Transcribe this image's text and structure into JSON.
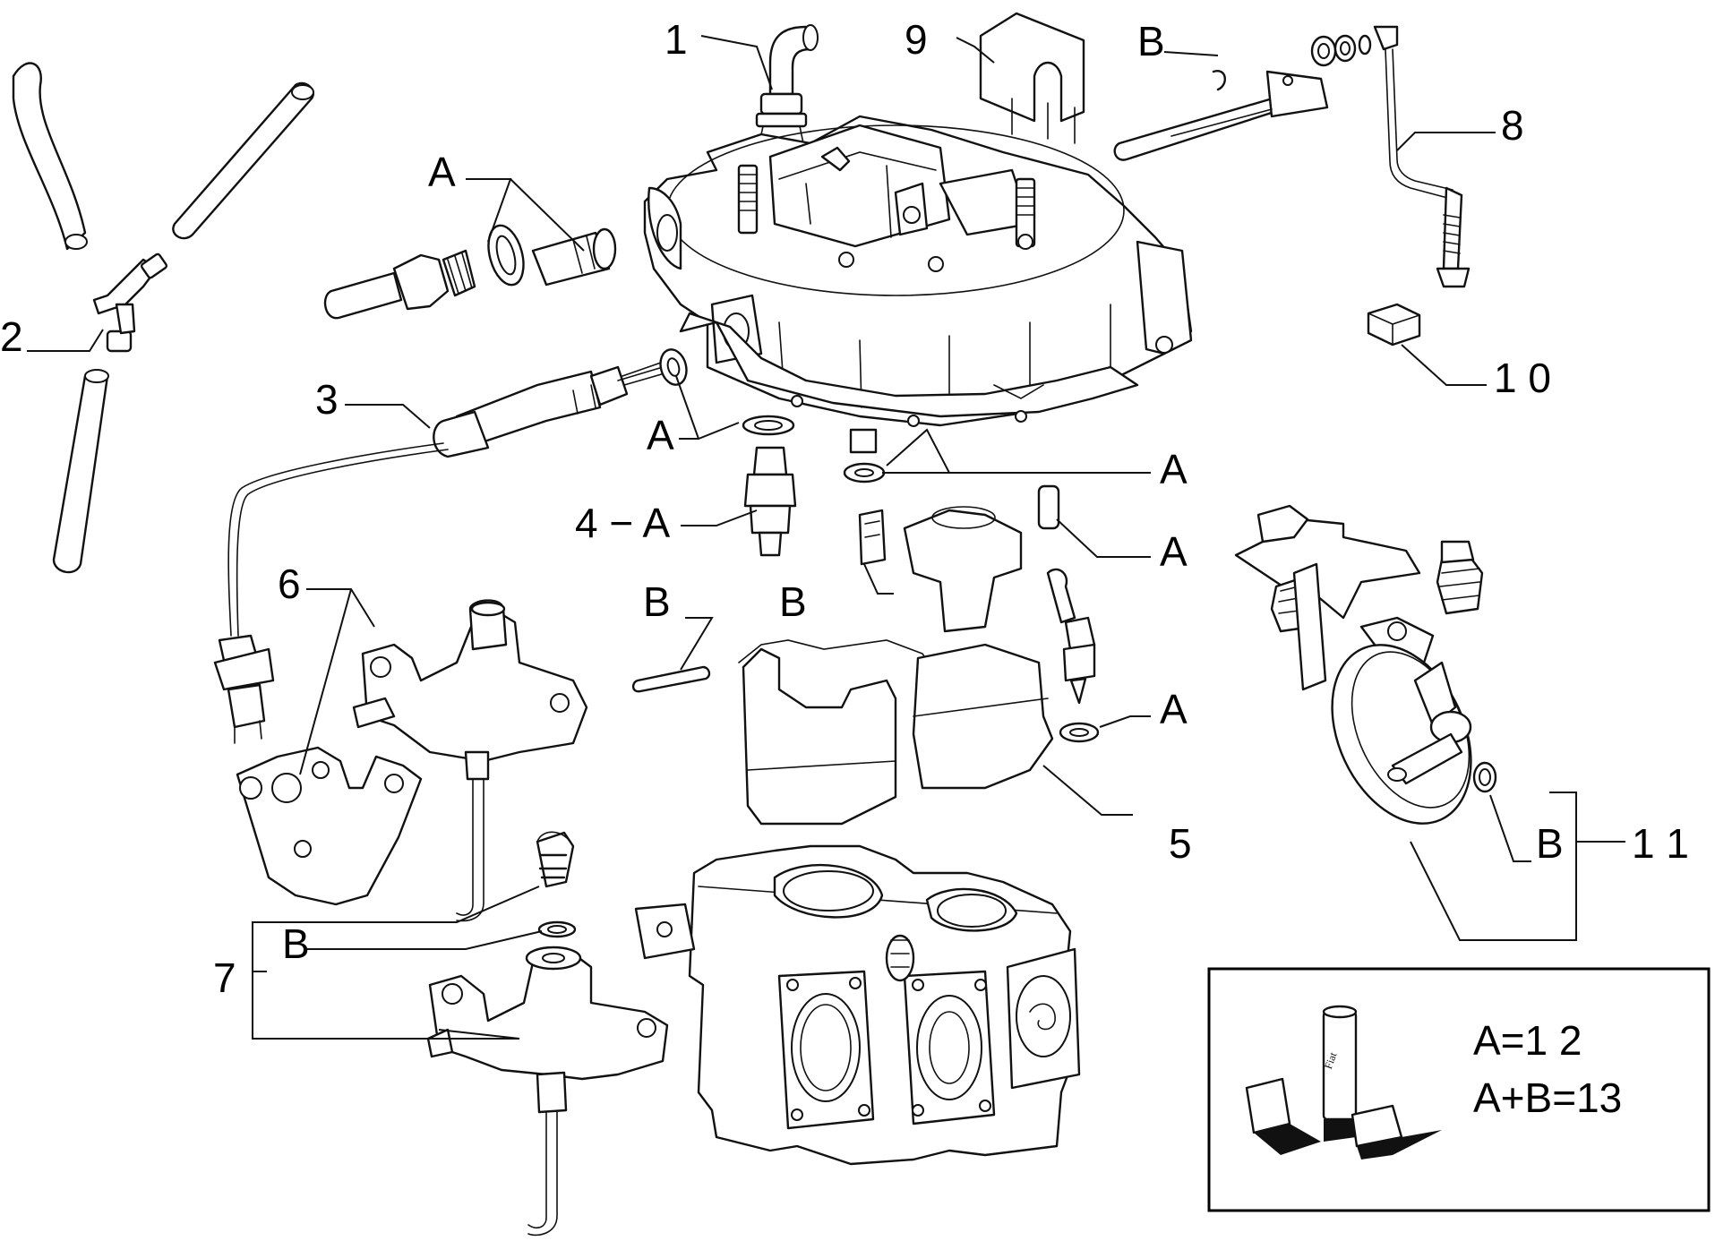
{
  "callouts": {
    "c1": "1",
    "c2": "2",
    "c3": "3",
    "c4": "4 − A",
    "c5": "5",
    "c6": "6",
    "c7": "7",
    "c8": "8",
    "c9": "9",
    "c10": "1 0",
    "c11": "1 1",
    "a_top": "A",
    "a_washer": "A",
    "a_right1": "A",
    "a_right2": "A",
    "a_right3": "A",
    "b_top": "B",
    "b_mid1": "B",
    "b_mid2": "B",
    "b_left": "B",
    "b_right": "B"
  },
  "legend": {
    "line1": "A=1 2",
    "line2": "A+B=13",
    "brand_label": "Fiat"
  }
}
